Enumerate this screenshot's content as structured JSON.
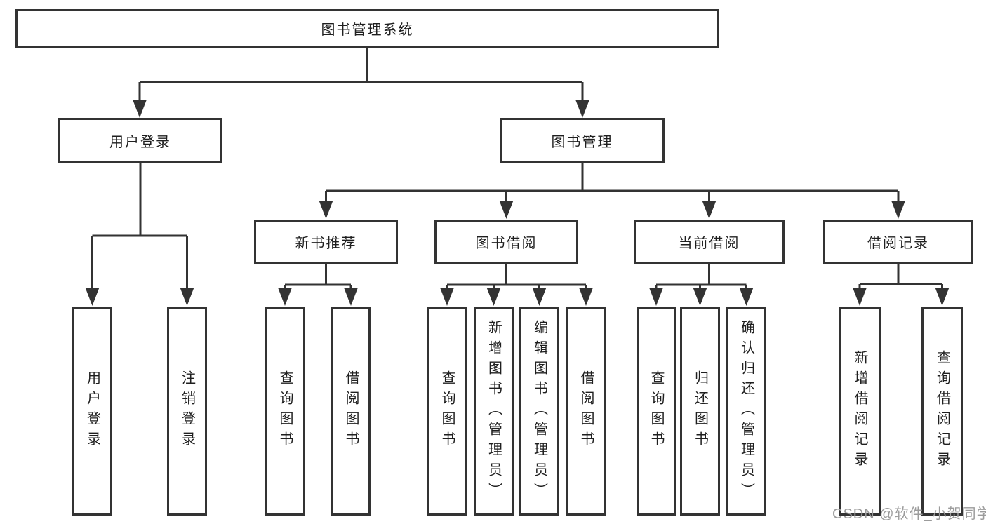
{
  "diagram": {
    "title_node": "图书管理系统",
    "level2": {
      "user_login": "用户登录",
      "book_management": "图书管理"
    },
    "level3": {
      "new_book_recommend": "新书推荐",
      "book_borrow": "图书借阅",
      "current_borrow": "当前借阅",
      "borrow_records": "借阅记录"
    },
    "leaves": {
      "user_login": "用户登录",
      "logout": "注销登录",
      "recommend_query_books": "查询图书",
      "recommend_borrow_books": "借阅图书",
      "borrow_query_books": "查询图书",
      "borrow_add_books": "新增图书（管理员）",
      "borrow_edit_books": "编辑图书（管理员）",
      "borrow_borrow_books": "借阅图书",
      "current_query_books": "查询图书",
      "current_return_books": "归还图书",
      "current_confirm_return": "确认归还（管理员）",
      "records_add_record": "新增借阅记录",
      "records_query_record": "查询借阅记录"
    },
    "watermark": "CSDN @软件_小贺同学",
    "colors": {
      "line": "#333333",
      "box_border": "#333333",
      "text": "#1f1f1f",
      "watermark": "#9b9b9b",
      "background": "#ffffff"
    }
  }
}
